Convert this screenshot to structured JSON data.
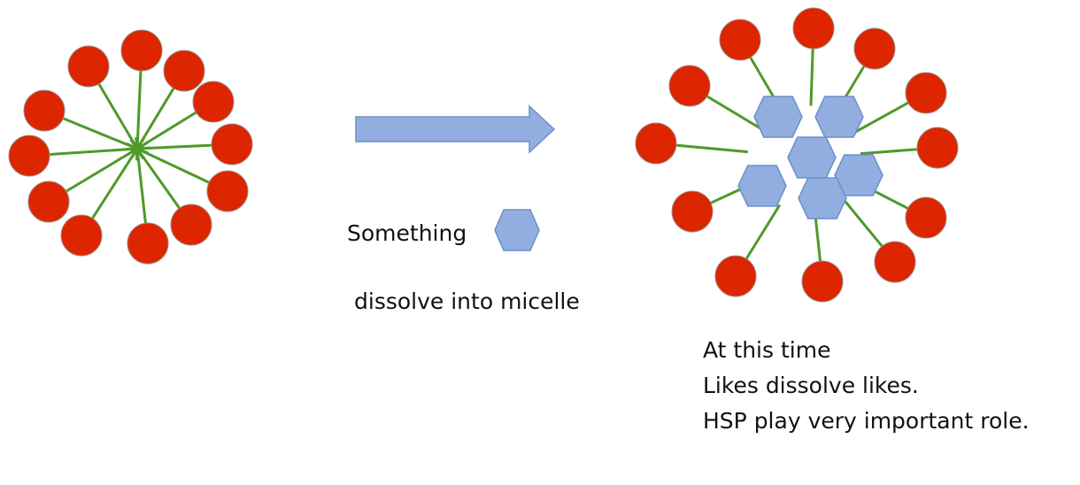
{
  "labels": {
    "something": "Something",
    "dissolve": "dissolve into micelle",
    "note_line1": "At this time",
    "note_line2": "Likes dissolve likes.",
    "note_line3": "HSP play very important role."
  },
  "colors": {
    "head": "#DD2500",
    "head_stroke": "#9E8B86",
    "tail": "#4E9A2A",
    "arrow_fill": "#92AEE0",
    "arrow_stroke": "#6E8FC8",
    "hexagon_fill": "#92AEE0",
    "hexagon_stroke": "#6E8FC8",
    "text": "#111111"
  },
  "icons": {
    "empty_micelle": "micelle-surfactant-icon",
    "loaded_micelle": "micelle-with-solute-icon",
    "solute": "hexagon-icon",
    "transition": "arrow-right-icon"
  }
}
